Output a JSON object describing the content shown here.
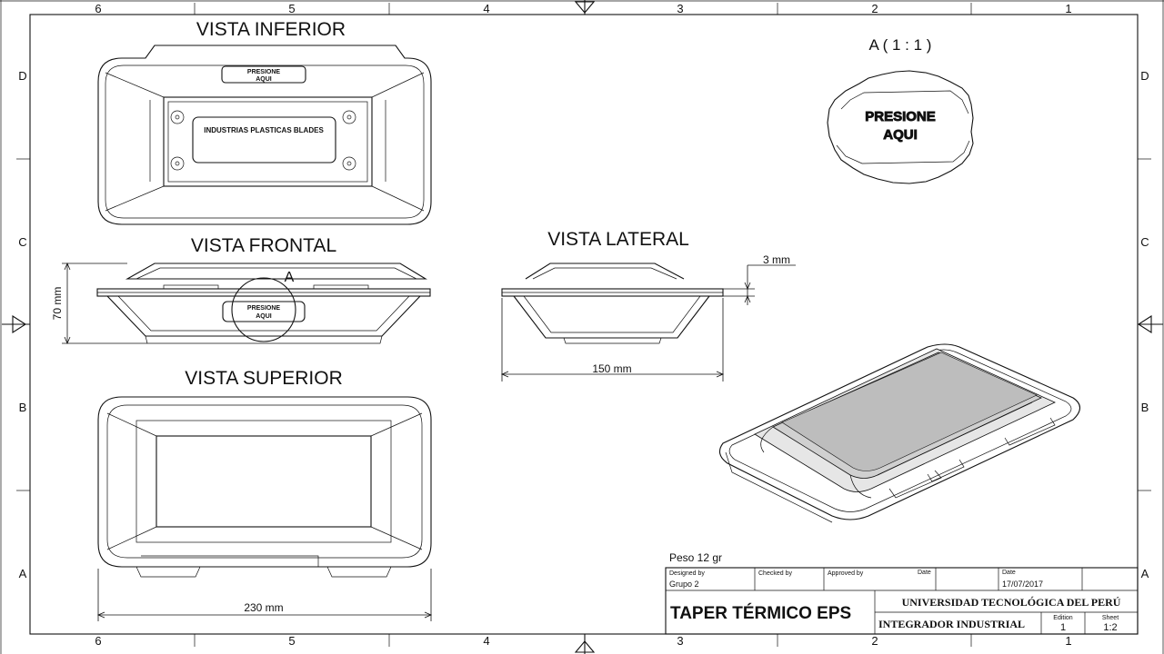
{
  "border": {
    "columns_top": [
      "6",
      "5",
      "4",
      "3",
      "2",
      "1"
    ],
    "columns_bottom": [
      "6",
      "5",
      "4",
      "3",
      "2",
      "1"
    ],
    "rows_left": [
      "D",
      "C",
      "B",
      "A"
    ],
    "rows_right": [
      "D",
      "C",
      "B",
      "A"
    ]
  },
  "views": {
    "inferior": {
      "title": "VISTA INFERIOR",
      "label_top_1": "PRESIONE",
      "label_top_2": "AQUI",
      "brand": "INDUSTRIAS PLASTICAS BLADES"
    },
    "frontal": {
      "title": "VISTA FRONTAL",
      "detail_marker": "A",
      "label_1": "PRESIONE",
      "label_2": "AQUI",
      "dim_height": "70 mm"
    },
    "lateral": {
      "title": "VISTA LATERAL",
      "dim_width": "150 mm",
      "dim_thickness": "3 mm"
    },
    "superior": {
      "title": "VISTA SUPERIOR",
      "dim_length": "230 mm"
    },
    "detail": {
      "title": "A ( 1 : 1 )",
      "label_1": "PRESIONE",
      "label_2": "AQUI"
    }
  },
  "title_block": {
    "weight": "Peso 12 gr",
    "designed_by_label": "Designed by",
    "designed_by": "Grupo 2",
    "checked_by_label": "Checked by",
    "approved_by_label": "Approved by",
    "date_label_1": "Date",
    "date_label_2": "Date",
    "date": "17/07/2017",
    "part_title": "TAPER TÉRMICO EPS",
    "institution": "UNIVERSIDAD TECNOLÓGICA DEL PERÚ",
    "course": "INTEGRADOR INDUSTRIAL",
    "edition_label": "Edition",
    "edition": "1",
    "sheet_label": "Sheet",
    "sheet": "1:2"
  }
}
